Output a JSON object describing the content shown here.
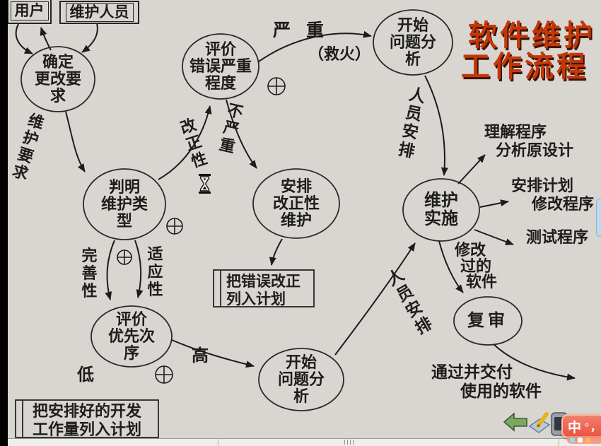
{
  "title": {
    "line1": "软件维护",
    "line2": "工作流程"
  },
  "boxes": {
    "user": "用户",
    "maintainer": "维护人员"
  },
  "nodes": {
    "determine": "确定\n更改要\n求",
    "severity": "评价\n错误严重\n程度",
    "start_top": "开始\n问题分\n析",
    "mtype": "判明\n维护类\n型",
    "corrective": "安排\n改正性\n维护",
    "implement": "维护\n实施",
    "priority": "评价\n优先次\n序",
    "start_bottom": "开始\n问题分\n析",
    "review": "复审"
  },
  "cards": {
    "error_plan": "把错误改正\n列入计划",
    "dev_plan": "把安排好的开发\n工作量列入计划"
  },
  "labels": {
    "maint_request": "维护要求",
    "corrective_kind": "改正性",
    "not_severe": "不严重",
    "severe": "严重",
    "firefight": "（救火）",
    "staffing_top": "人员安排",
    "staffing_bottom": "人员安排",
    "understand_l1": "理解程序",
    "understand_l2": "分析原设计",
    "plan_l1": "安排计划",
    "plan_l2": "修改程序",
    "test": "测试程序",
    "modified_l1": "修改",
    "modified_l2": "过的",
    "modified_l3": "软件",
    "perfective": "完善性",
    "adaptive": "适应性",
    "low": "低",
    "high": "高",
    "deliver_l1": "通过并交付",
    "deliver_l2": "使用的软件"
  },
  "ime": {
    "mode": "中",
    "punct": "°，"
  },
  "colors": {
    "title_red": "#c43708",
    "ime_red": "#ec5240",
    "bg": "#d9d6d1",
    "ink": "#1c1c1c"
  }
}
